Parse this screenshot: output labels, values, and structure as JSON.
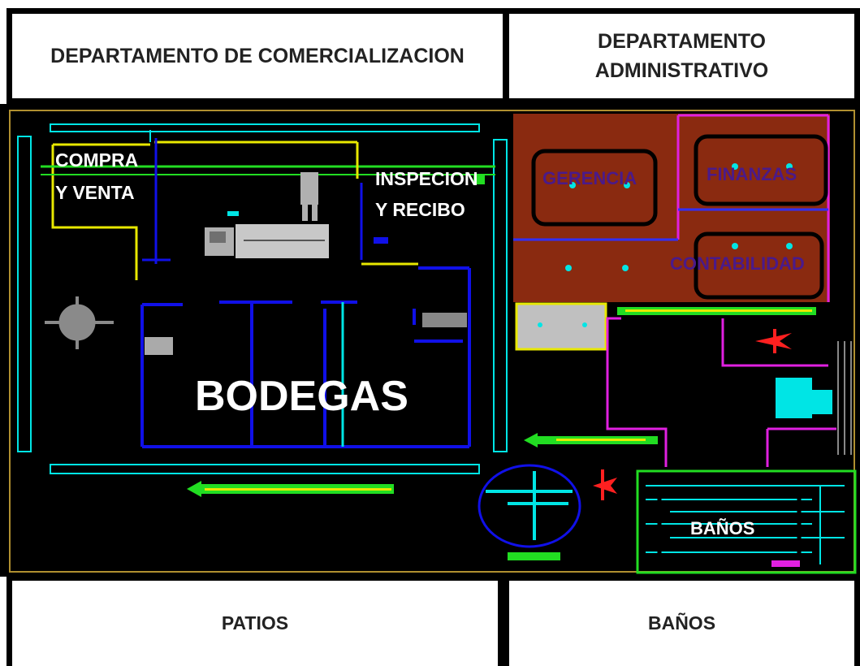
{
  "headers": {
    "top_left": "DEPARTAMENTO DE COMERCIALIZACION",
    "top_right_line1": "DEPARTAMENTO",
    "top_right_line2": "ADMINISTRATIVO",
    "bottom_left": "PATIOS",
    "bottom_right": "BAÑOS"
  },
  "plan_labels": {
    "compra_line1": "COMPRA",
    "compra_line2": "Y VENTA",
    "inspecion_line1": "INSPECION",
    "inspecion_line2": "Y RECIBO",
    "bodegas": "BODEGAS",
    "gerencia": "GERENCIA",
    "finanzas": "FINANZAS",
    "contabilidad": "CONTABILIDAD",
    "banos": "BAÑOS"
  },
  "colors": {
    "background": "#000000",
    "cyan": "#00e5e5",
    "blue": "#1010e8",
    "yellow": "#e8e800",
    "green": "#22dd22",
    "magenta": "#e020e0",
    "admin_fill": "#8a2a10",
    "grey": "#b0b0b0",
    "red": "#ff2020"
  }
}
